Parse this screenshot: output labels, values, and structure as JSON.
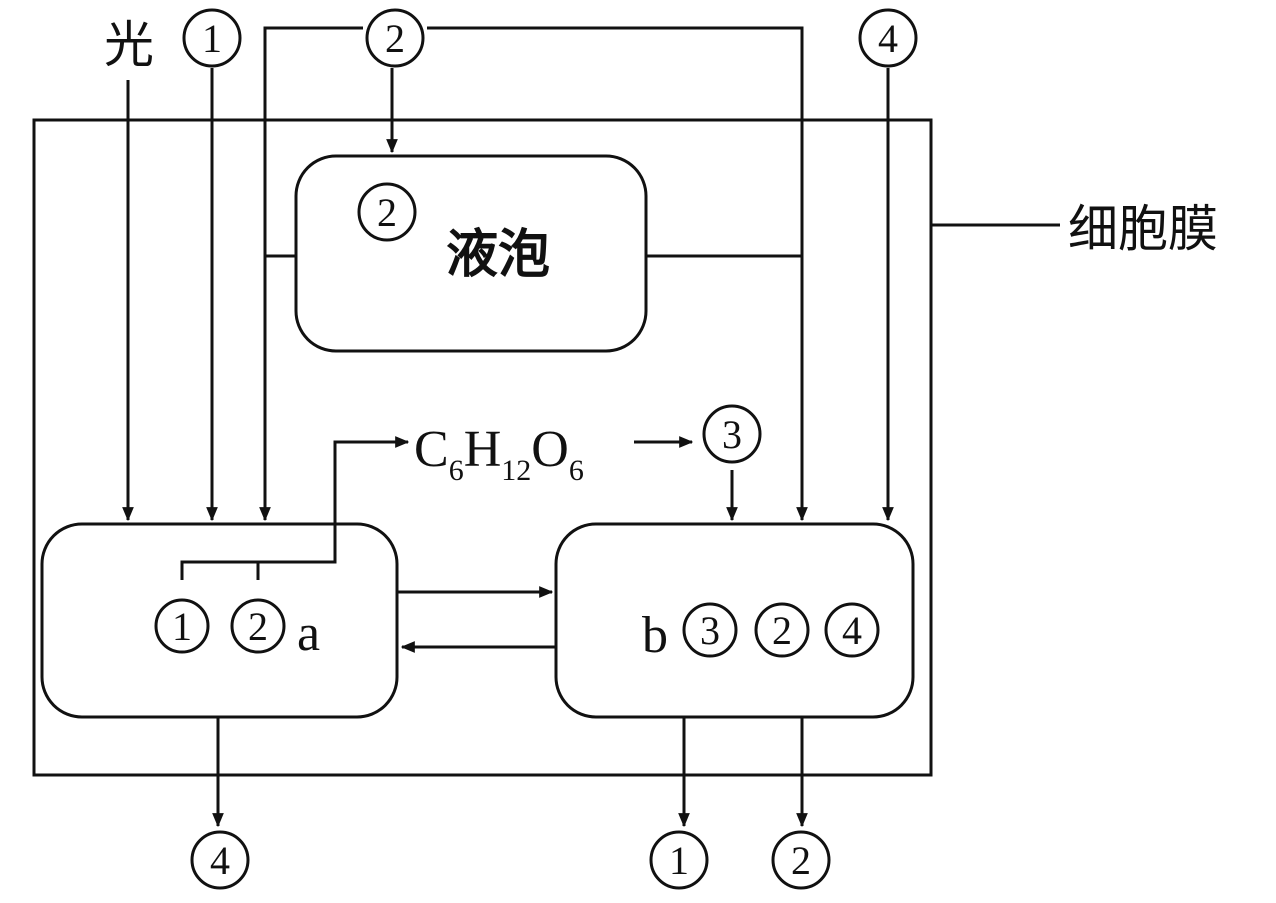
{
  "labels": {
    "light": "光",
    "vacuole": "液泡",
    "membrane": "细胞膜",
    "glucose": {
      "c": "C",
      "c_sub": "6",
      "h": "H",
      "h_sub": "12",
      "o": "O",
      "o_sub": "6"
    },
    "organelle_a": "a",
    "organelle_b": "b"
  },
  "markers": {
    "m1": "1",
    "m2": "2",
    "m3": "3",
    "m4": "4"
  }
}
